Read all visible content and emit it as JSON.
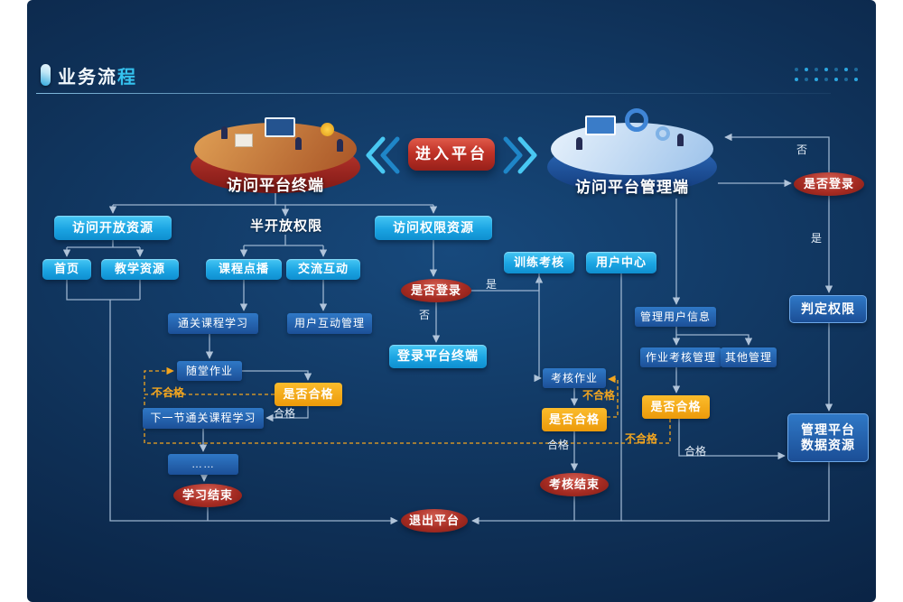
{
  "header": {
    "title_main": "业务流",
    "title_accent": "程"
  },
  "top": {
    "terminal": "访问平台终端",
    "enter": "进入平台",
    "admin": "访问平台管理端"
  },
  "left_flow": {
    "open_res": "访问开放资源",
    "semi_open": "半开放权限",
    "perm_res": "访问权限资源",
    "home": "首页",
    "teach_res": "教学资源",
    "vod": "课程点播",
    "interact": "交流互动",
    "pass_course": "通关课程学习",
    "user_interact_mgmt": "用户互动管理",
    "classwork": "随堂作业",
    "is_pass": "是否合格",
    "next_course": "下一节通关课程学习",
    "dots": "……",
    "study_end": "学习结束"
  },
  "center_flow": {
    "is_login": "是否登录",
    "login_terminal": "登录平台终端",
    "training": "训练考核",
    "user_center": "用户中心",
    "exam_work": "考核作业",
    "is_pass": "是否合格",
    "exam_end": "考核结束",
    "exit": "退出平台"
  },
  "right_flow": {
    "is_login": "是否登录",
    "judge_perm": "判定权限",
    "manage_user": "管理用户信息",
    "work_exam_mgmt": "作业考核管理",
    "other_mgmt": "其他管理",
    "is_pass": "是否合格",
    "manage_data": "管理平台数据资源"
  },
  "labels": {
    "yes": "是",
    "no": "否",
    "pass": "合格",
    "fail": "不合格"
  },
  "colors": {
    "accent_cyan": "#29b6e8",
    "node_cyan": "#1ba4e2",
    "node_blue": "#2a6cb8",
    "node_orange": "#f3a41c",
    "node_red": "#a62c23",
    "background": "#0f3158"
  }
}
